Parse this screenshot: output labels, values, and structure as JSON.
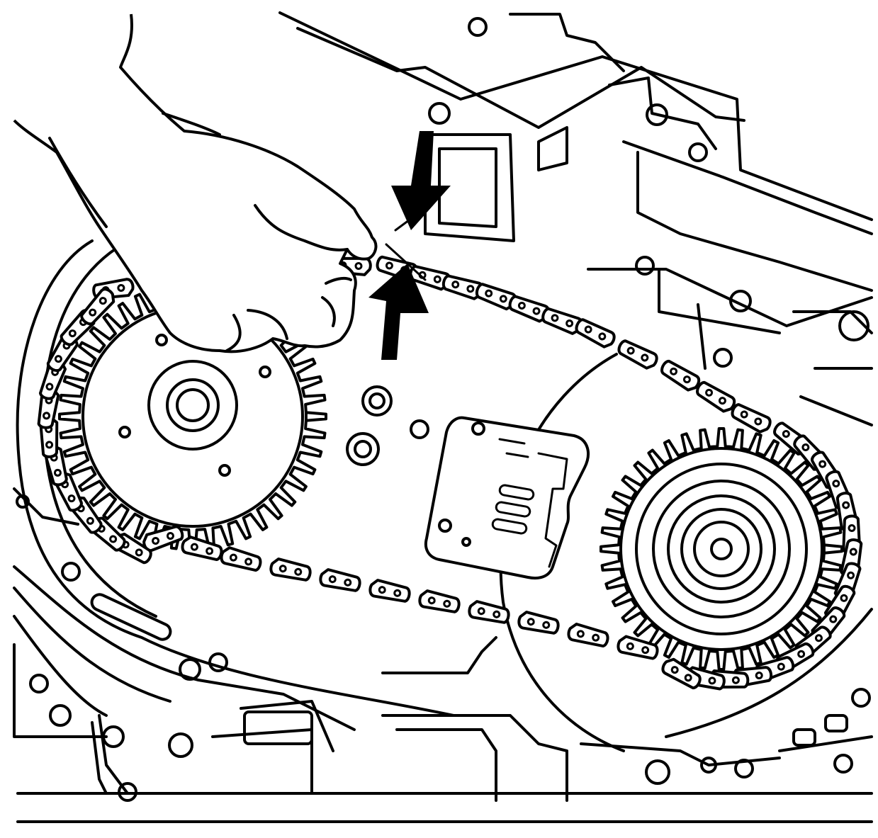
{
  "figure": {
    "style": "black line art on white",
    "colors": {
      "line": "#000000",
      "background": "#ffffff"
    },
    "parts": [
      "transmission-case",
      "hand",
      "drive-sprocket",
      "driven-sprocket",
      "drive-chain",
      "chain-guide-plate",
      "deflection-arrow-down",
      "deflection-arrow-up"
    ],
    "arrow_directions": [
      "down",
      "up"
    ]
  }
}
